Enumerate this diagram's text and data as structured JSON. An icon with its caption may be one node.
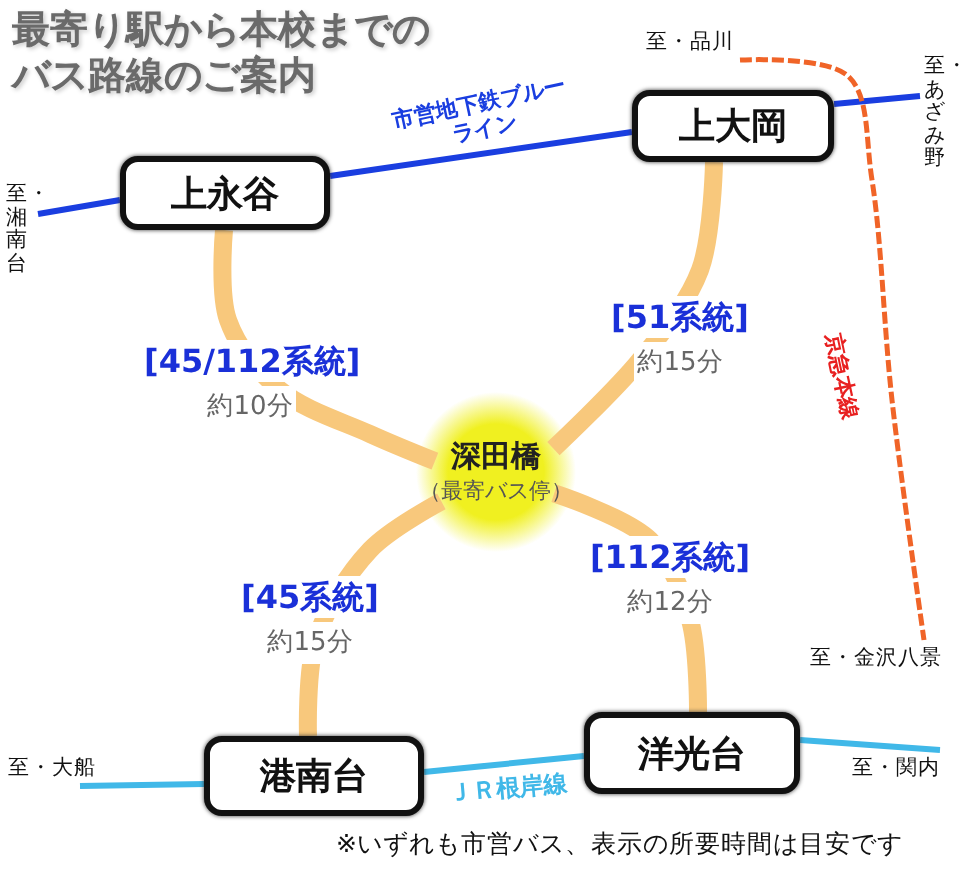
{
  "diagram": {
    "title": "最寄り駅から本校までのバス路線のご案内",
    "nodes": [
      {
        "text": [
          "上永谷"
        ]
      },
      {
        "text": [
          "上大岡"
        ]
      },
      {
        "text": [
          "深田橋",
          "（最寄バス停）"
        ]
      },
      {
        "text": [
          "港南台"
        ]
      },
      {
        "text": [
          "洋光台"
        ]
      },
      {
        "text": [
          "至・湘南台"
        ]
      },
      {
        "text": [
          "至・あざみ野"
        ]
      },
      {
        "text": [
          "至・品川"
        ]
      },
      {
        "text": [
          "至・金沢八景"
        ]
      },
      {
        "text": [
          "至・大船"
        ]
      },
      {
        "text": [
          "至・関内"
        ]
      }
    ],
    "edges": [
      {
        "from": 5,
        "to": 0,
        "arrow": "none",
        "color": "#1a3ee0"
      },
      {
        "from": 0,
        "to": 1,
        "arrow": "none",
        "label": "市営地下鉄ブルーライン",
        "color": "#1a3ee0"
      },
      {
        "from": 1,
        "to": 6,
        "arrow": "none",
        "color": "#1a3ee0"
      },
      {
        "from": 7,
        "to": 8,
        "arrow": "none",
        "label": "京急本線",
        "style": "dashed",
        "color": "#f06428"
      },
      {
        "from": 9,
        "to": 3,
        "arrow": "none",
        "color": "#40b8e8"
      },
      {
        "from": 3,
        "to": 4,
        "arrow": "none",
        "label": "ＪＲ根岸線",
        "color": "#40b8e8"
      },
      {
        "from": 4,
        "to": 10,
        "arrow": "none",
        "color": "#40b8e8"
      },
      {
        "from": 0,
        "to": 2,
        "arrow": "none",
        "label": "[45/112系統] 約10分",
        "style": "thick",
        "color": "#f8c87c"
      },
      {
        "from": 1,
        "to": 2,
        "arrow": "none",
        "label": "[51系統] 約15分",
        "style": "thick",
        "color": "#f8c87c"
      },
      {
        "from": 2,
        "to": 3,
        "arrow": "none",
        "label": "[45系統] 約15分",
        "style": "thick",
        "color": "#f8c87c"
      },
      {
        "from": 2,
        "to": 4,
        "arrow": "none",
        "label": "[112系統] 約12分",
        "style": "thick",
        "color": "#f8c87c"
      }
    ],
    "labels": [
      "※いずれも市営バス、表示の所要時間は目安です"
    ]
  }
}
